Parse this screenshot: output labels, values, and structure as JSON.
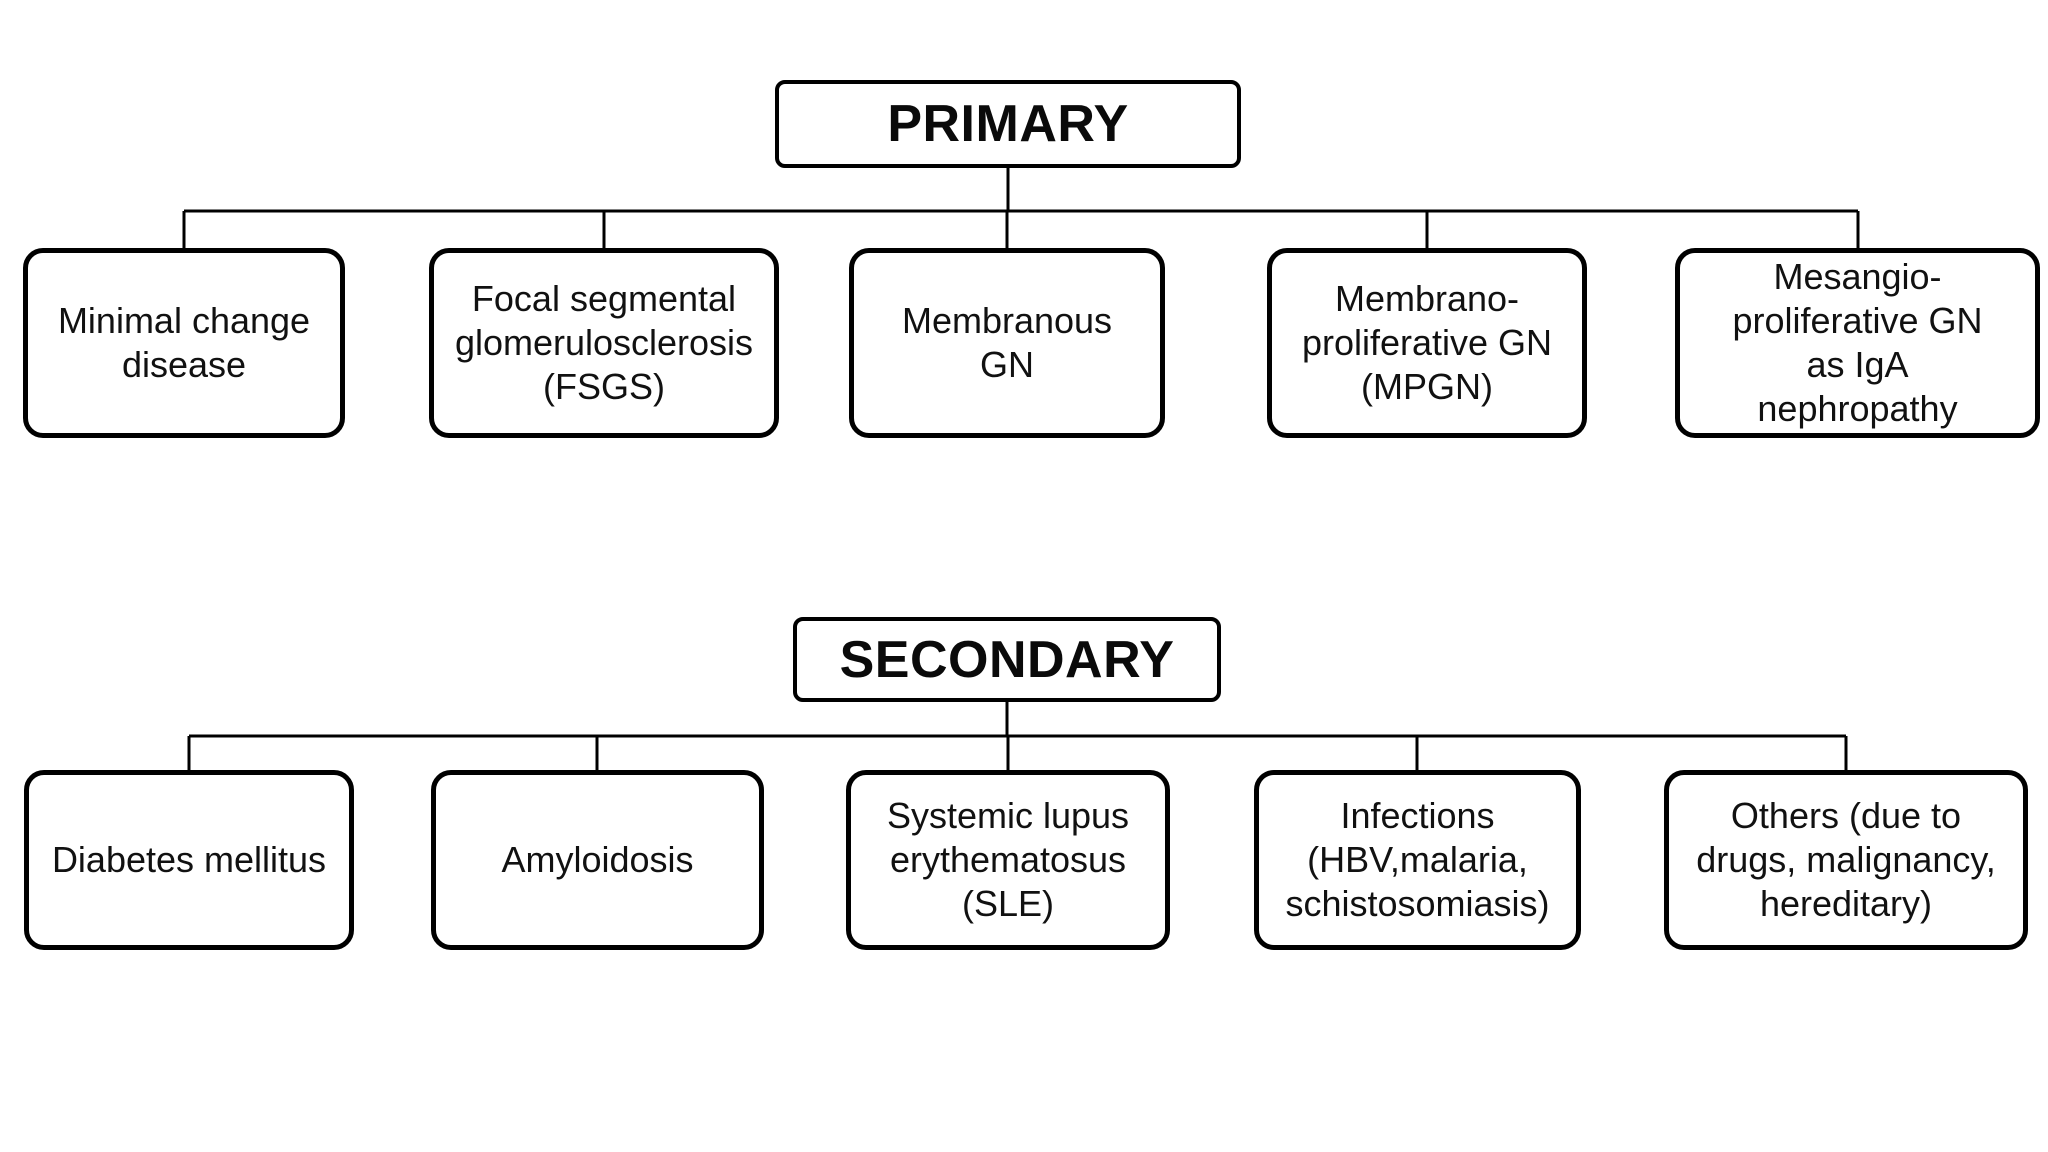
{
  "diagram": {
    "description": "Flowchart of causes of glomerular disease divided into primary and secondary categories",
    "colors": {
      "background": "#ffffff",
      "line": "#000000",
      "text": "#111111"
    },
    "groups": [
      {
        "parent": "PRIMARY",
        "children": [
          "Minimal change\ndisease",
          "Focal segmental\nglomerulosclerosis\n(FSGS)",
          "Membranous\nGN",
          "Membrano-\nproliferative GN\n(MPGN)",
          "Mesangio-\nproliferative GN\nas IgA\nnephropathy"
        ]
      },
      {
        "parent": "SECONDARY",
        "children": [
          "Diabetes mellitus",
          "Amyloidosis",
          "Systemic lupus\nerythematosus\n(SLE)",
          "Infections\n(HBV,malaria,\nschistosomiasis)",
          "Others (due to\ndrugs, malignancy,\nhereditary)"
        ]
      }
    ]
  }
}
